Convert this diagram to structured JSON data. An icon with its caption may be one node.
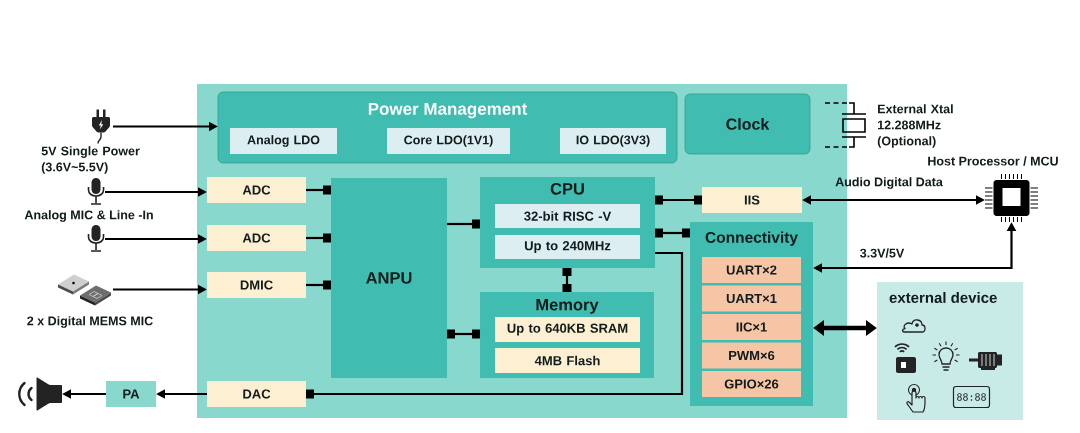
{
  "diagram": {
    "nodes": [
      {
        "text": [],
        "shape": "box"
      },
      {
        "text": [
          "Power Management"
        ],
        "in": 0
      },
      {
        "text": [
          "Analog LDO"
        ],
        "in": 1
      },
      {
        "text": [
          "Core LDO(1V1)"
        ],
        "in": 1
      },
      {
        "text": [
          "IO LDO(3V3)"
        ],
        "in": 1
      },
      {
        "text": [
          "Clock"
        ],
        "in": 0
      },
      {
        "text": [
          "ADC"
        ],
        "in": 0
      },
      {
        "text": [
          "ADC"
        ],
        "in": 0
      },
      {
        "text": [
          "DMIC"
        ],
        "in": 0
      },
      {
        "text": [
          "ANPU"
        ],
        "in": 0
      },
      {
        "text": [
          "CPU"
        ],
        "in": 0
      },
      {
        "text": [
          "32-bit RISC -V"
        ],
        "in": 10
      },
      {
        "text": [
          "Up to 240MHz"
        ],
        "in": 10
      },
      {
        "text": [
          "Memory"
        ],
        "in": 0
      },
      {
        "text": [
          "Up to 640KB SRAM"
        ],
        "in": 13
      },
      {
        "text": [
          "4MB Flash"
        ],
        "in": 13
      },
      {
        "text": [
          "IIS"
        ],
        "in": 0
      },
      {
        "text": [
          "Connectivity"
        ],
        "in": 0
      },
      {
        "text": [
          "UART×2"
        ],
        "in": 17
      },
      {
        "text": [
          "UART×1"
        ],
        "in": 17
      },
      {
        "text": [
          "IIC×1"
        ],
        "in": 17
      },
      {
        "text": [
          "PWM×6"
        ],
        "in": 17
      },
      {
        "text": [
          "GPIO×26"
        ],
        "in": 17
      },
      {
        "text": [
          "DAC"
        ],
        "in": 0
      },
      {
        "text": [
          "PA"
        ]
      },
      {
        "text": [],
        "shape": "picture",
        "beside": [
          "5V Single Power (3.6V~5.5V)"
        ]
      },
      {
        "text": [],
        "shape": "picture",
        "beside": [
          "Analog MIC & Line -In"
        ]
      },
      {
        "text": [],
        "shape": "picture"
      },
      {
        "text": [],
        "shape": "picture",
        "beside": [
          "2 x Digital MEMS MIC"
        ]
      },
      {
        "text": [],
        "shape": "picture"
      },
      {
        "text": [],
        "shape": "picture",
        "beside": [
          "Host Processor / MCU"
        ]
      },
      {
        "text": [
          "external device"
        ]
      }
    ],
    "edges": [
      {
        "from": 25,
        "to": 1,
        "arrow": "to"
      },
      {
        "from": 26,
        "to": 6,
        "arrow": "to"
      },
      {
        "from": 27,
        "to": 7,
        "arrow": "to"
      },
      {
        "from": 28,
        "to": 8,
        "arrow": "to"
      },
      {
        "from": 6,
        "to": 9,
        "arrow": "other"
      },
      {
        "from": 7,
        "to": 9,
        "arrow": "other"
      },
      {
        "from": 8,
        "to": 9,
        "arrow": "other"
      },
      {
        "from": 9,
        "to": 10,
        "arrow": "other"
      },
      {
        "from": 9,
        "to": 13,
        "arrow": "other"
      },
      {
        "from": 10,
        "to": 13,
        "arrow": "other"
      },
      {
        "from": 10,
        "to": 16,
        "arrow": "other"
      },
      {
        "from": 10,
        "to": 17,
        "arrow": "other"
      },
      {
        "from": 10,
        "to": 23,
        "arrow": "other"
      },
      {
        "from": 23,
        "to": 24,
        "arrow": "to"
      },
      {
        "from": 24,
        "to": 29,
        "arrow": "to"
      },
      {
        "from": 16,
        "to": 30,
        "arrow": "both",
        "label": "Audio Digital Data"
      },
      {
        "from": 17,
        "to": 30,
        "arrow": "both",
        "label": "3.3V/5V"
      },
      {
        "from": 17,
        "to": 31,
        "arrow": "both",
        "style": "thick"
      }
    ],
    "labels": [
      "External Xtal 12.288MHz (Optional)",
      "88:88"
    ]
  }
}
